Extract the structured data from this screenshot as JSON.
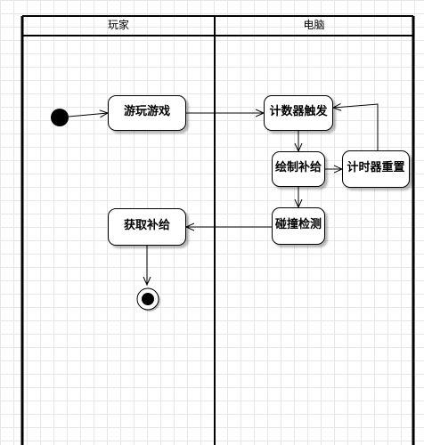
{
  "lanes": [
    {
      "id": "player",
      "title": "玩家"
    },
    {
      "id": "computer",
      "title": "电脑"
    }
  ],
  "nodes": [
    {
      "id": "play-game",
      "label": "游玩游戏",
      "lane": "player"
    },
    {
      "id": "counter-trigger",
      "label": "计数器触发",
      "lane": "computer"
    },
    {
      "id": "draw-supply",
      "label": "绘制补给",
      "lane": "computer"
    },
    {
      "id": "timer-reset",
      "label": "计时器重置",
      "lane": "computer"
    },
    {
      "id": "collision-detect",
      "label": "碰撞检测",
      "lane": "computer"
    },
    {
      "id": "get-supply",
      "label": "获取补给",
      "lane": "player"
    }
  ],
  "edges": [
    {
      "from": "start",
      "to": "play-game"
    },
    {
      "from": "play-game",
      "to": "counter-trigger"
    },
    {
      "from": "counter-trigger",
      "to": "draw-supply"
    },
    {
      "from": "draw-supply",
      "to": "timer-reset"
    },
    {
      "from": "timer-reset",
      "to": "counter-trigger"
    },
    {
      "from": "draw-supply",
      "to": "collision-detect"
    },
    {
      "from": "collision-detect",
      "to": "get-supply"
    },
    {
      "from": "get-supply",
      "to": "end"
    }
  ]
}
